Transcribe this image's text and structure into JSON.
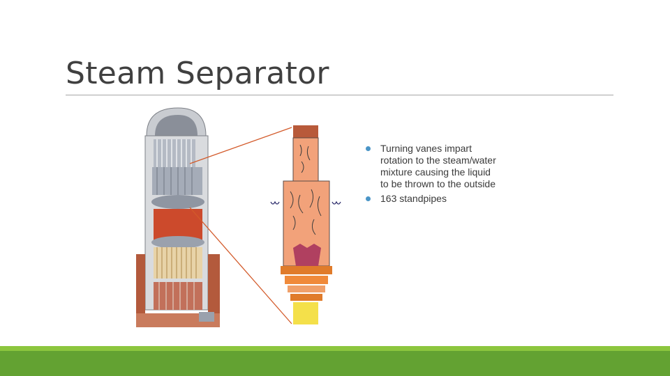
{
  "slide": {
    "title": "Steam Separator",
    "bullets": [
      "Turning vanes impart rotation to the steam/water mixture causing the liquid to be thrown to the outside",
      "163 standpipes"
    ]
  },
  "colors": {
    "title": "#404040",
    "rule": "#a6a6a6",
    "bullet_dot": "#4a95c7",
    "footer_light": "#8cc63e",
    "footer_dark": "#63a232",
    "callout_line": "#d35a2a"
  }
}
